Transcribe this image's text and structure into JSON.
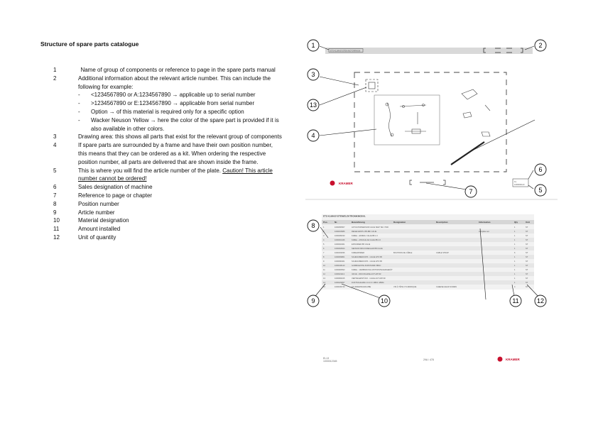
{
  "page_title": "Structure of spare parts catalogue",
  "items": [
    {
      "num": "1",
      "text": "Name of group of components or reference to page in the spare parts manual"
    },
    {
      "num": "2",
      "text": "Additional information about the relevant article number. This can include the following for example:",
      "subs": [
        "<1234567890 or A:1234567890 → applicable up to serial number",
        ">1234567890 or E:1234567890 → applicable from serial number",
        "Option → of this material is required only for a specific option",
        "Wacker Neuson Yellow → here the color of the spare part is provided if it is also available in other colors."
      ]
    },
    {
      "num": "3",
      "text": "Drawing area: this shows all parts that exist for the relevant group of components"
    },
    {
      "num": "4",
      "text": "If spare parts are surrounded by a frame and have their own position number, this means that they can be ordered as a kit. When ordering the respective position number, all parts are delivered that are shown inside the frame."
    },
    {
      "num": "5",
      "text": "This is where you will find the article number of the plate. ",
      "caution": "Caution! This article number cannot be ordered!"
    },
    {
      "num": "6",
      "text": "Sales designation of machine"
    },
    {
      "num": "7",
      "text": "Reference to page or chapter"
    },
    {
      "num": "8",
      "text": "Position number"
    },
    {
      "num": "9",
      "text": "Article number"
    },
    {
      "num": "10",
      "text": "Material designation"
    },
    {
      "num": "11",
      "text": "Amount installed"
    },
    {
      "num": "12",
      "text": "Unit of quantity"
    }
  ],
  "figure": {
    "callouts": [
      "1",
      "2",
      "3",
      "4",
      "5",
      "6",
      "7",
      "8",
      "9",
      "10",
      "11",
      "12",
      "13"
    ],
    "brand": "KRAMER",
    "top_band_text": "ETS-KLIMASYSTEM MOTORRAUM",
    "plate_number": "1000000123",
    "table_title": "ETS KLIMASYSTEM/ELEKTRONIKMODUL",
    "table_headers": [
      "Pos.",
      "Nr.",
      "Bezeichnung",
      "Designation",
      "Description",
      "Information",
      "Qty",
      "Unit"
    ],
    "table_rows": [
      [
        "1",
        "1000250507",
        "AKTUATORSENSOR CALIE SIEP 7EC 7000",
        "",
        "",
        "",
        "1",
        "ST"
      ],
      [
        "2",
        "1000015686",
        "REGELVENTIL 8B 4BF CALIE",
        "",
        "",
        "complete set",
        "1",
        "ST"
      ],
      [
        "3",
        "1000295233",
        "KABEL - EINBAU CALIE 8B 1.0",
        "",
        "",
        "",
        "1",
        "ST"
      ],
      [
        "4",
        "1000291446",
        "KABEL - ANSCHLUE CALIE 8B 2.0",
        "",
        "",
        "",
        "1",
        "ST"
      ],
      [
        "5",
        "1000294461",
        "EXPANDER 8B CALIE",
        "",
        "",
        "",
        "1",
        "ST"
      ],
      [
        "6",
        "1000294524",
        "SENSOR DRUCKREGLER 8B CALIE",
        "",
        "",
        "",
        "1",
        "ST"
      ],
      [
        "7",
        "1000163036",
        "KABELBINDER",
        "BOUTONS DE CÂBLE",
        "CABLE STRAP",
        "",
        "6",
        "ST"
      ],
      [
        "8",
        "1000069861",
        "SCHRAUBENKOPF - CALIE ETS 5B",
        "",
        "",
        "",
        "1",
        "ST"
      ],
      [
        "9",
        "1000096461",
        "SCHRAUBENKOPF - CALIE ETS 5B",
        "",
        "",
        "",
        "1",
        "ST"
      ],
      [
        "10",
        "1000246143",
        "GUMMILEISTE ZURSTANDF 8B4C",
        "",
        "",
        "",
        "1",
        "ST"
      ],
      [
        "11",
        "1000284593",
        "KABEL - VERBINDUNG MOTORSTEUERGERÄT",
        "",
        "",
        "",
        "1",
        "ST"
      ],
      [
        "12",
        "1000021113",
        "VALVE - DRUCKLEISE ACTUATOR",
        "",
        "",
        "",
        "1",
        "ST"
      ],
      [
        "13",
        "1000084015",
        "VERTEILERSTÜCK - CALIE ACTUATOR",
        "",
        "",
        "",
        "1",
        "ST"
      ],
      [
        "14",
        "1000229657",
        "DUKTSCHLEIFE 1.0-3.0 / M8X1 18MM",
        "",
        "",
        "",
        "1",
        "ST"
      ],
      [
        "15",
        "1000045746",
        "ZYLINDERSCHRAUBE",
        "VIS À TÊTE CYLINDRIQUE",
        "CHEESE HEAD SCREW",
        "",
        "4",
        "ST"
      ]
    ],
    "footer_page": "29A / 478",
    "footer_left_1": "EL13",
    "footer_left_2": "1000012345"
  },
  "colors": {
    "text": "#111111",
    "accent": "#c8102e",
    "line": "#555555"
  }
}
